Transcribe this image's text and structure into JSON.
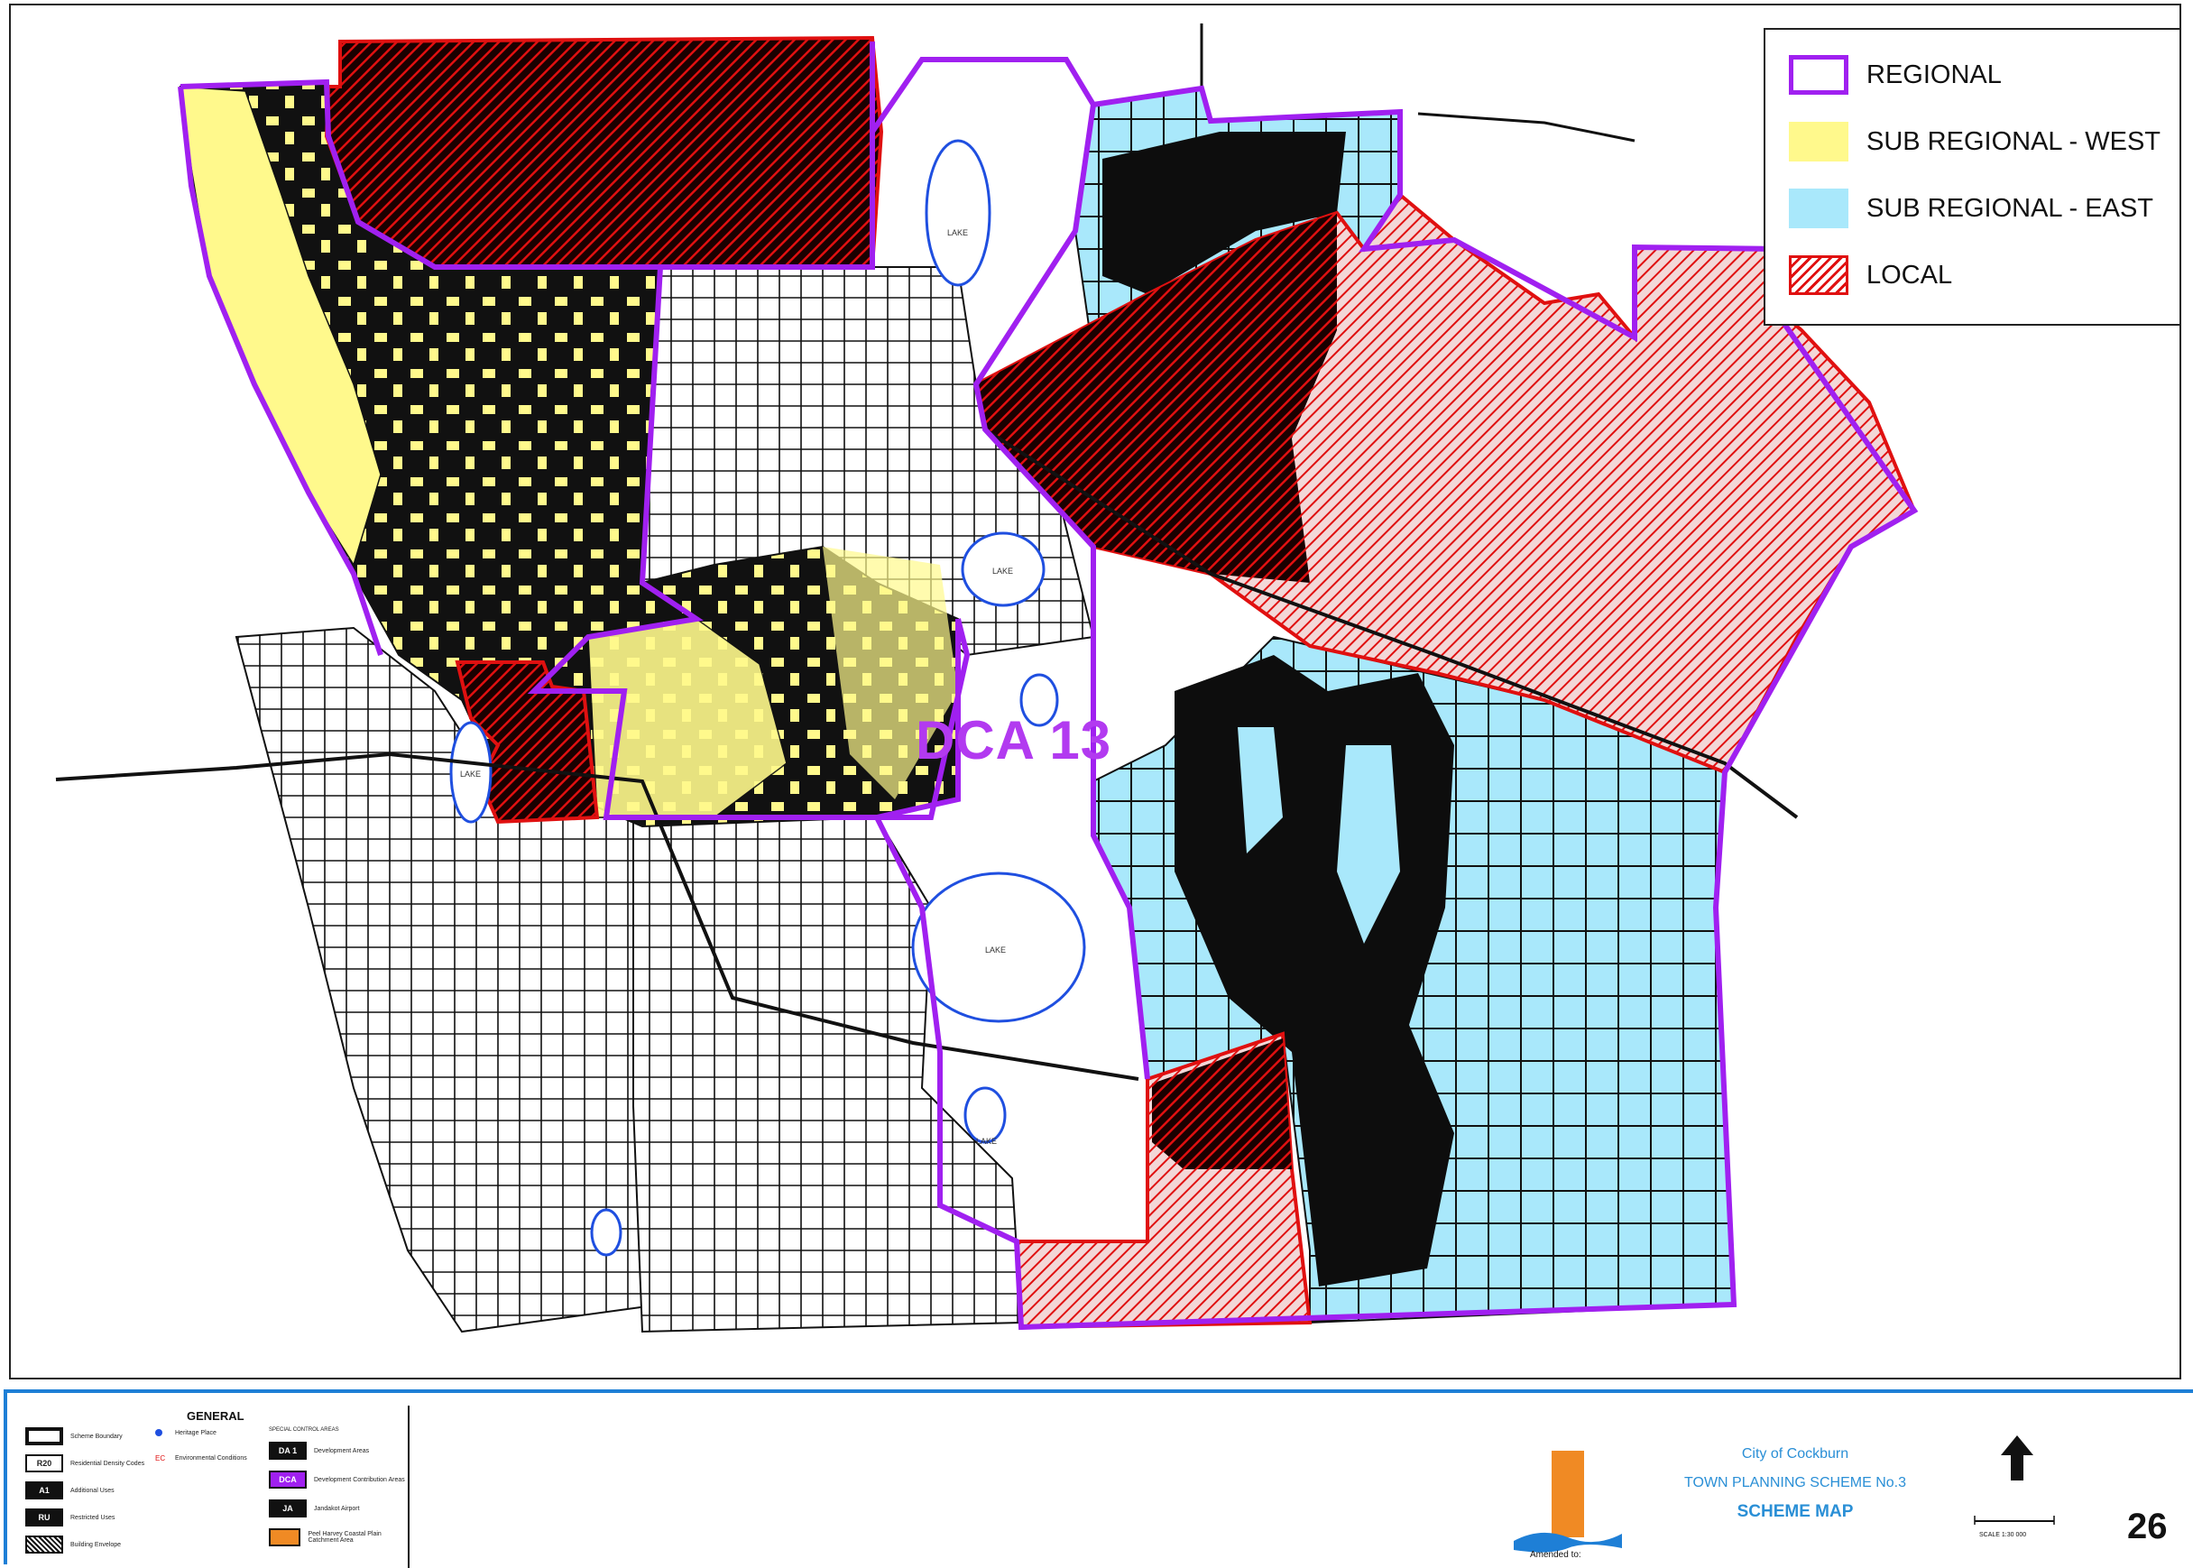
{
  "legend": {
    "items": [
      {
        "label": "REGIONAL",
        "color": "#a020f0"
      },
      {
        "label": "SUB REGIONAL - WEST",
        "color": "#fff98c"
      },
      {
        "label": "SUB REGIONAL - EAST",
        "color": "#a9e8fb"
      },
      {
        "label": "LOCAL",
        "color": "#e01010"
      }
    ]
  },
  "map": {
    "area_label": "DCA 13",
    "lake_labels": [
      "LAKE",
      "LAKE",
      "LAKE",
      "LAKE",
      "LAKE"
    ],
    "colors": {
      "regional_boundary": "#a020f0",
      "sub_regional_west": "#fff98c",
      "sub_regional_east": "#a9e8fb",
      "local": "#e01010",
      "water": "#1f4fe0"
    }
  },
  "footer": {
    "key_title": "GENERAL",
    "key_items": [
      {
        "symbol": "",
        "label": "Scheme Boundary"
      },
      {
        "symbol": "R20",
        "label": "Residential Density Codes"
      },
      {
        "symbol": "A1",
        "label": "Additional Uses"
      },
      {
        "symbol": "RU",
        "label": "Restricted Uses"
      },
      {
        "symbol": "",
        "label": "Building Envelope"
      },
      {
        "symbol": "DA 1",
        "label": "Development Areas"
      },
      {
        "symbol": "DCA",
        "label": "Development Contribution Areas"
      },
      {
        "symbol": "JA",
        "label": "Jandakot Airport"
      },
      {
        "symbol": "",
        "label": "Peel Harvey Coastal Plain Catchment Area"
      }
    ],
    "key_col2": [
      "Heritage Place",
      "Environmental Conditions"
    ],
    "key_col3_title": "SPECIAL CONTROL AREAS",
    "amended_label": "Amended to:",
    "city": "City of Cockburn",
    "scheme": "TOWN PLANNING SCHEME No.3",
    "scheme_map": "SCHEME MAP",
    "scale": "SCALE 1:30 000",
    "sheet_number": "26"
  }
}
